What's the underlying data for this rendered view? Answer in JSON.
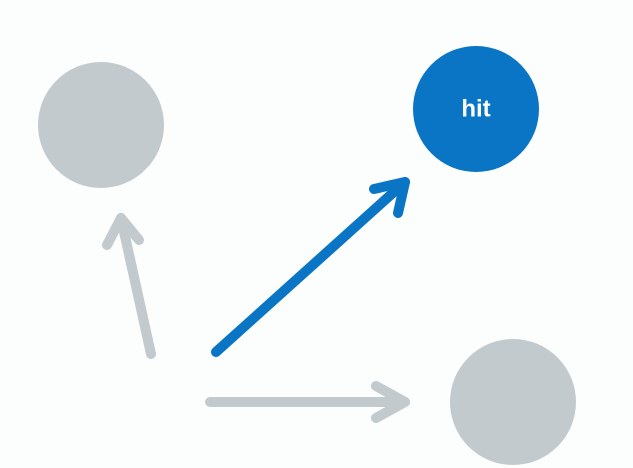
{
  "colors": {
    "background": "#fcfdfd",
    "active": "#0a75c4",
    "inactive": "#c3cacd",
    "label": "#ffffff"
  },
  "nodes": {
    "top_left": {
      "label": "",
      "state": "inactive"
    },
    "top_right": {
      "label": "hit",
      "state": "active"
    },
    "bottom_right": {
      "label": "",
      "state": "inactive"
    }
  },
  "arrows": {
    "to_top_left": {
      "state": "inactive"
    },
    "to_top_right": {
      "state": "active"
    },
    "to_bottom_right": {
      "state": "inactive"
    }
  }
}
